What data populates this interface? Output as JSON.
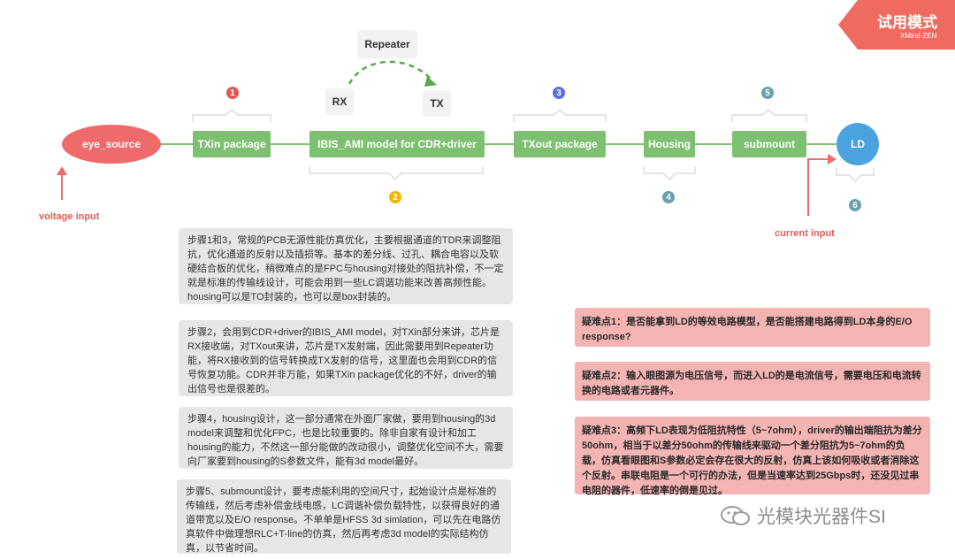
{
  "trial_badge": {
    "title": "试用模式",
    "brand": "XMind·ZEN"
  },
  "nodes": {
    "eye_source": "eye_source",
    "txin": "TXin package",
    "ibis": "IBIS_AMI model for CDR+driver",
    "txout": "TXout package",
    "housing": "Housing",
    "submount": "submount",
    "ld": "LD",
    "repeater": "Repeater",
    "rx": "RX",
    "tx": "TX"
  },
  "badges": {
    "b1": "1",
    "b2": "2",
    "b3": "3",
    "b4": "4",
    "b5": "5",
    "b6": "6"
  },
  "labels": {
    "voltage_input": "voltage input",
    "current_input": "current input"
  },
  "notes": [
    "步骤1和3，常规的PCB无源性能仿真优化，主要根据通道的TDR来调整阻抗，优化通道的反射以及插损等。基本的差分线、过孔、耦合电容以及软硬结合板的优化，稍微难点的是FPC与housing对接处的阻抗补偿，不一定就是标准的传输线设计，可能会用到一些LC调谐功能来改善高频性能。housing可以是TO封装的，也可以是box封装的。",
    "步骤2，会用到CDR+driver的IBIS_AMI model，对TXin部分来讲，芯片是RX接收端，对TXout来讲，芯片是TX发射端，因此需要用到Repeater功能，将RX接收到的信号转换成TX发射的信号，这里面也会用到CDR的信号恢复功能。CDR并非万能，如果TXin package优化的不好，driver的输出信号也是很差的。",
    "步骤4，housing设计，这一部分通常在外面厂家做，要用到housing的3d model来调整和优化FPC，也是比较重要的。除非自家有设计和加工housing的能力，不然这一部分能做的改动很小，调整优化空间不大，需要向厂家要到housing的S参数文件，能有3d model最好。",
    "步骤5、submount设计，要考虑能利用的空间尺寸，起始设计点是标准的传输线，然后考虑补偿金线电感，LC调谐补偿负载特性，以获得良好的通道带宽以及E/O response。不单单是HFSS 3d simlation，可以先在电路仿真软件中做理想RLC+T-line的仿真，然后再考虑3d model的实际结构仿真，以节省时间。"
  ],
  "questions": [
    "疑难点1：是否能拿到LD的等效电路模型，是否能搭建电路得到LD本身的E/O response?",
    "疑难点2：输入眼图源为电压信号，而进入LD的是电流信号，需要电压和电流转换的电路或者元器件。",
    "疑难点3：高频下LD表现为低阻抗特性（5~7ohm），driver的输出端阻抗为差分50ohm，相当于以差分50ohm的传输线来驱动一个差分阻抗为5~7ohm的负载，仿真看眼图和S参数必定会存在很大的反射，仿真上该如何吸收或者消除这个反射。串联电阻是一个可行的办法，但是当速率达到25Gbps时，还没见过串电阻的器件，低速率的倒是见过。"
  ],
  "watermark": "光模块光器件SI",
  "colors": {
    "green": "#7ec072",
    "ellipse": "#ef6b6b",
    "ld": "#4aa3df",
    "red_label": "#e25c56",
    "badge_red": "#e05757",
    "badge_yellow": "#f0b400",
    "badge_blue": "#5a6fd8",
    "badge_teal": "#6a9fae",
    "question_bg": "#f5b4b4",
    "note_bg": "#e6e6e6"
  }
}
